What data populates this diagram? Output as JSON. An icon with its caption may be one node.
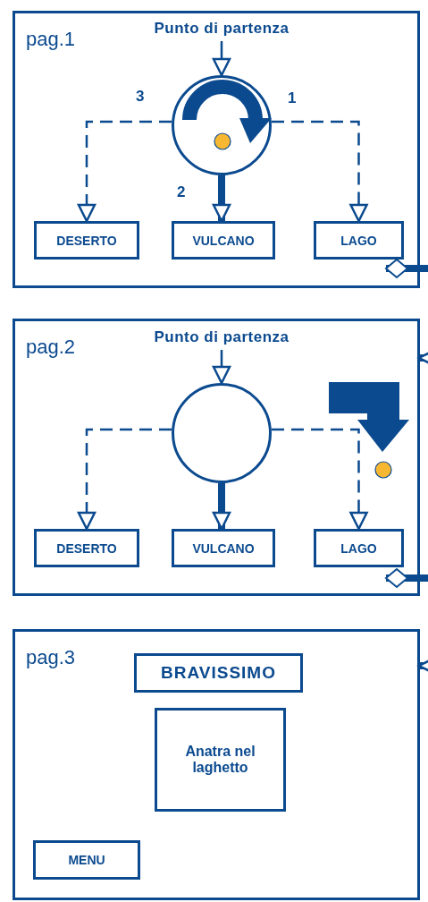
{
  "diagram": {
    "nodes": [
      {
        "text": [
          "pag.1"
        ]
      },
      {
        "text": [
          "Punto di partenza"
        ],
        "in": 0
      },
      {
        "text": [],
        "shape": "circle",
        "in": 0
      },
      {
        "text": [
          "DESERTO"
        ],
        "in": 0
      },
      {
        "text": [
          "VULCANO"
        ],
        "in": 0
      },
      {
        "text": [
          "LAGO"
        ],
        "in": 0
      },
      {
        "text": [
          "pag.2"
        ]
      },
      {
        "text": [
          "Punto di partenza"
        ],
        "in": 6
      },
      {
        "text": [],
        "shape": "circle",
        "in": 6
      },
      {
        "text": [
          "DESERTO"
        ],
        "in": 6
      },
      {
        "text": [
          "VULCANO"
        ],
        "in": 6
      },
      {
        "text": [
          "LAGO"
        ],
        "in": 6
      },
      {
        "text": [
          "pag.3"
        ]
      },
      {
        "text": [
          "BRAVISSIMO"
        ],
        "in": 12
      },
      {
        "text": [
          "Anatra nel laghetto"
        ],
        "in": 12
      },
      {
        "text": [
          "MENU"
        ],
        "in": 12
      }
    ],
    "edges": [
      {
        "from": 1,
        "to": 2,
        "arrow": "to"
      },
      {
        "from": 2,
        "to": 3,
        "arrow": "to",
        "label": "3",
        "style": "dashed"
      },
      {
        "from": 2,
        "to": 4,
        "arrow": "to",
        "label": "2",
        "style": "thick"
      },
      {
        "from": 2,
        "to": 5,
        "arrow": "to",
        "label": "1",
        "style": "dashed"
      },
      {
        "from": 0,
        "to": null,
        "arrow": "other",
        "style": "thick"
      },
      {
        "from": 7,
        "to": 8,
        "arrow": "to"
      },
      {
        "from": 8,
        "to": 9,
        "arrow": "to",
        "style": "dashed"
      },
      {
        "from": 8,
        "to": 10,
        "arrow": "to",
        "style": "thick"
      },
      {
        "from": 8,
        "to": 11,
        "arrow": "to",
        "style": "dashed"
      },
      {
        "from": null,
        "to": 6,
        "arrow": "to",
        "style": "thick"
      },
      {
        "from": 6,
        "to": null,
        "arrow": "other",
        "style": "thick"
      },
      {
        "from": null,
        "to": 12,
        "arrow": "to",
        "style": "thick"
      }
    ]
  }
}
